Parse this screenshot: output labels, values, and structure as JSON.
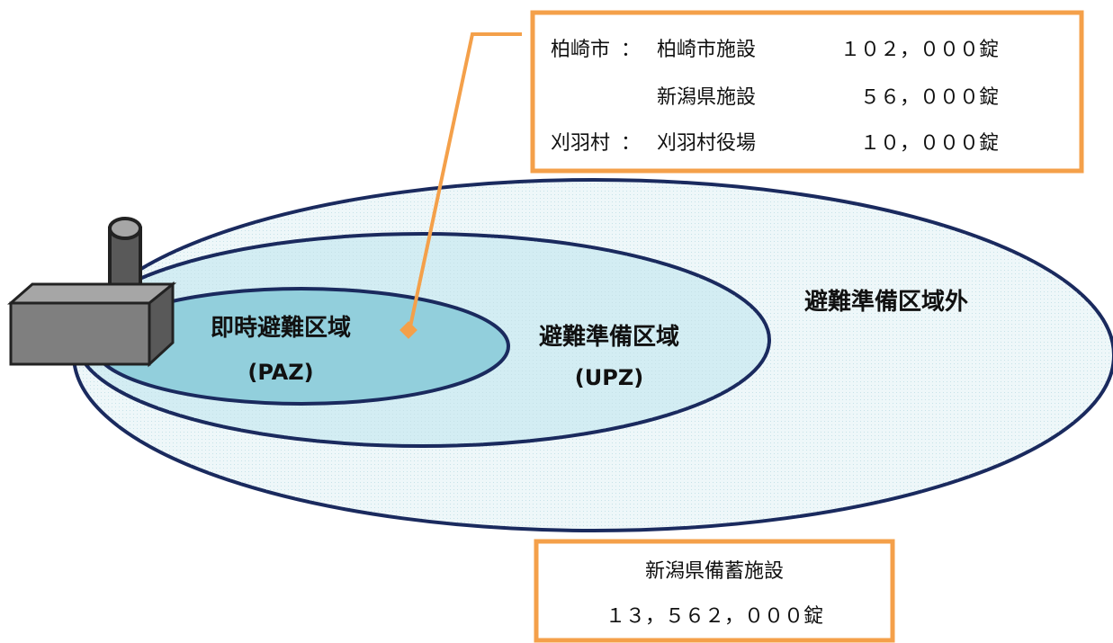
{
  "colors": {
    "outline": "#1a2a5e",
    "outer_fill": "#eef7f9",
    "middle_fill": "#d3edf3",
    "inner_fill": "#92cfdc",
    "callout_border": "#f4a04a",
    "callout_dot": "#f4a04a",
    "plant_body": "#7f7f7f",
    "plant_top": "#a6a6a6",
    "plant_side": "#595959"
  },
  "zones": {
    "paz": {
      "name": "即時避難区域",
      "code": "(PAZ)"
    },
    "upz": {
      "name": "避難準備区域",
      "code": "(UPZ)"
    },
    "outside": {
      "name": "避難準備区域外"
    }
  },
  "paz_stockpile": {
    "rows": [
      {
        "municipality": "柏崎市",
        "sep": "：",
        "facility": "柏崎市施設",
        "amount": "１０２，０００錠"
      },
      {
        "municipality": "",
        "sep": "",
        "facility": "新潟県施設",
        "amount": "５６，０００錠"
      },
      {
        "municipality": "刈羽村",
        "sep": "：",
        "facility": "刈羽村役場",
        "amount": "１０，０００錠"
      }
    ]
  },
  "prefecture_stockpile": {
    "facility": "新潟県備蓄施設",
    "amount": "１３，５６２，０００錠"
  },
  "icons": {
    "plant": "nuclear-plant-icon"
  }
}
